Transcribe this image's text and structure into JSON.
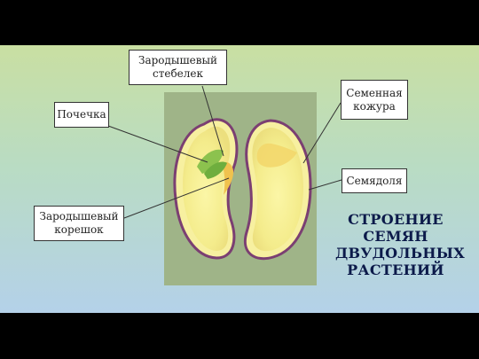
{
  "labels": {
    "stebelek": "Зародышевый стебелек",
    "pochechka": "Почечка",
    "koreshok": "Зародышевый корешок",
    "kozhura": "Семенная кожура",
    "semyadolya": "Семядоля"
  },
  "title_lines": [
    "СТРОЕНИЕ",
    "СЕМЯН",
    "ДВУДОЛЬНЫХ",
    "РАСТЕНИЙ"
  ],
  "colors": {
    "bg_top": "#c9dfa2",
    "bg_bottom": "#b4d1e9",
    "panel": "#9fb488",
    "seed_coat": "#7b3f72",
    "cotyledon": "#f6f09a",
    "title": "#0c1a4a"
  }
}
